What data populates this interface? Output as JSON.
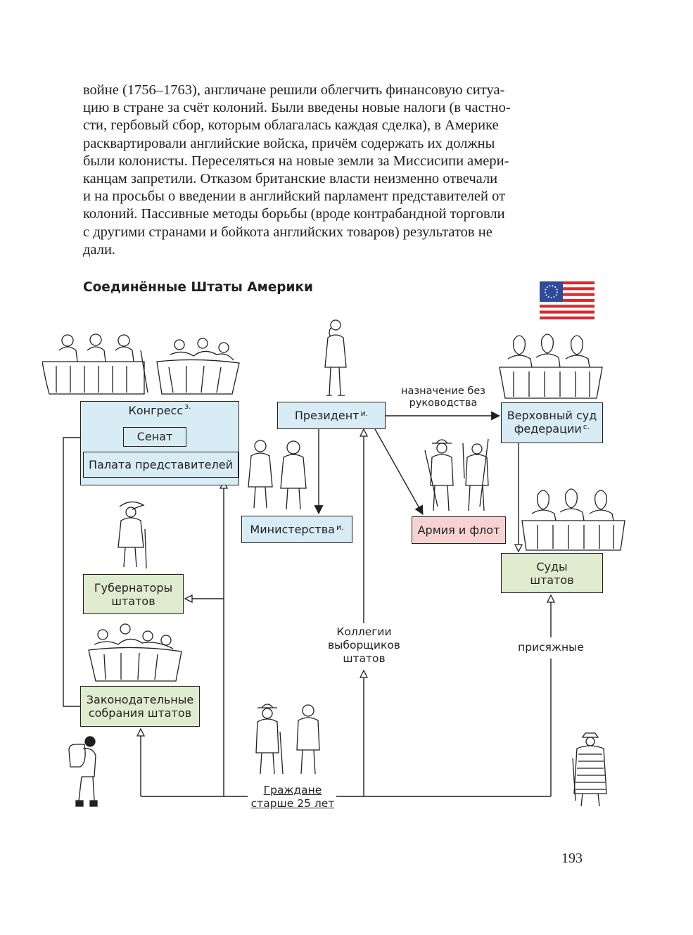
{
  "paragraph": {
    "lines": [
      "войне (1756–1763), англичане решили облегчить финансовую ситуа-",
      "цию в стране за счёт колоний. Были введены новые налоги (в частно-",
      "сти, гербовый сбор, которым облагалась каждая сделка), в Америке",
      "расквартировали английские войска, причём содержать их должны",
      "были колонисты. Переселяться на новые земли за Миссисипи амери-",
      "канцам запретили. Отказом британские власти неизменно отвечали",
      "и на просьбы о введении в английский парламент представителей от",
      "колоний. Пассивные методы борьбы (вроде контрабандной торговли",
      "с другими странами и бойкота английских товаров) результатов не",
      "дали."
    ]
  },
  "diagram": {
    "title": "Соединённые Штаты Америки",
    "congress": {
      "label": "Конгресс",
      "mark": "з."
    },
    "senate": "Сенат",
    "house": "Палата представителей",
    "president": {
      "label": "Президент",
      "mark": "и."
    },
    "ministries": {
      "label": "Министерства",
      "mark": "и."
    },
    "army": "Армия и флот",
    "supreme_court": {
      "line1": "Верховный суд",
      "line2": "федерации",
      "mark": "с."
    },
    "state_courts": {
      "line1": "Суды",
      "line2": "штатов"
    },
    "governors": {
      "line1": "Губернаторы",
      "line2": "штатов"
    },
    "legislatures": {
      "line1": "Законодательные",
      "line2": "собрания штатов"
    },
    "appointment": {
      "line1": "назначение без",
      "line2": "руководства"
    },
    "electors": {
      "line1": "Коллегии",
      "line2": "выборщиков",
      "line3": "штатов"
    },
    "jurors": "присяжные",
    "citizens": {
      "line1": "Граждане",
      "line2": "старше 25 лет"
    },
    "colors": {
      "legislative": "#d8ecf6",
      "state": "#dfeccf",
      "military": "#f6d3d1"
    },
    "icons": [
      "us-flag-icon",
      "congress-figures-icon",
      "president-figure-icon",
      "ministers-figures-icon",
      "soldiers-figures-icon",
      "supreme-court-judges-icon",
      "state-judges-icon",
      "governor-figure-icon",
      "legislature-figures-icon",
      "citizens-figures-icon",
      "traveler-figure-icon",
      "settler-figure-icon"
    ]
  },
  "page_number": "193"
}
